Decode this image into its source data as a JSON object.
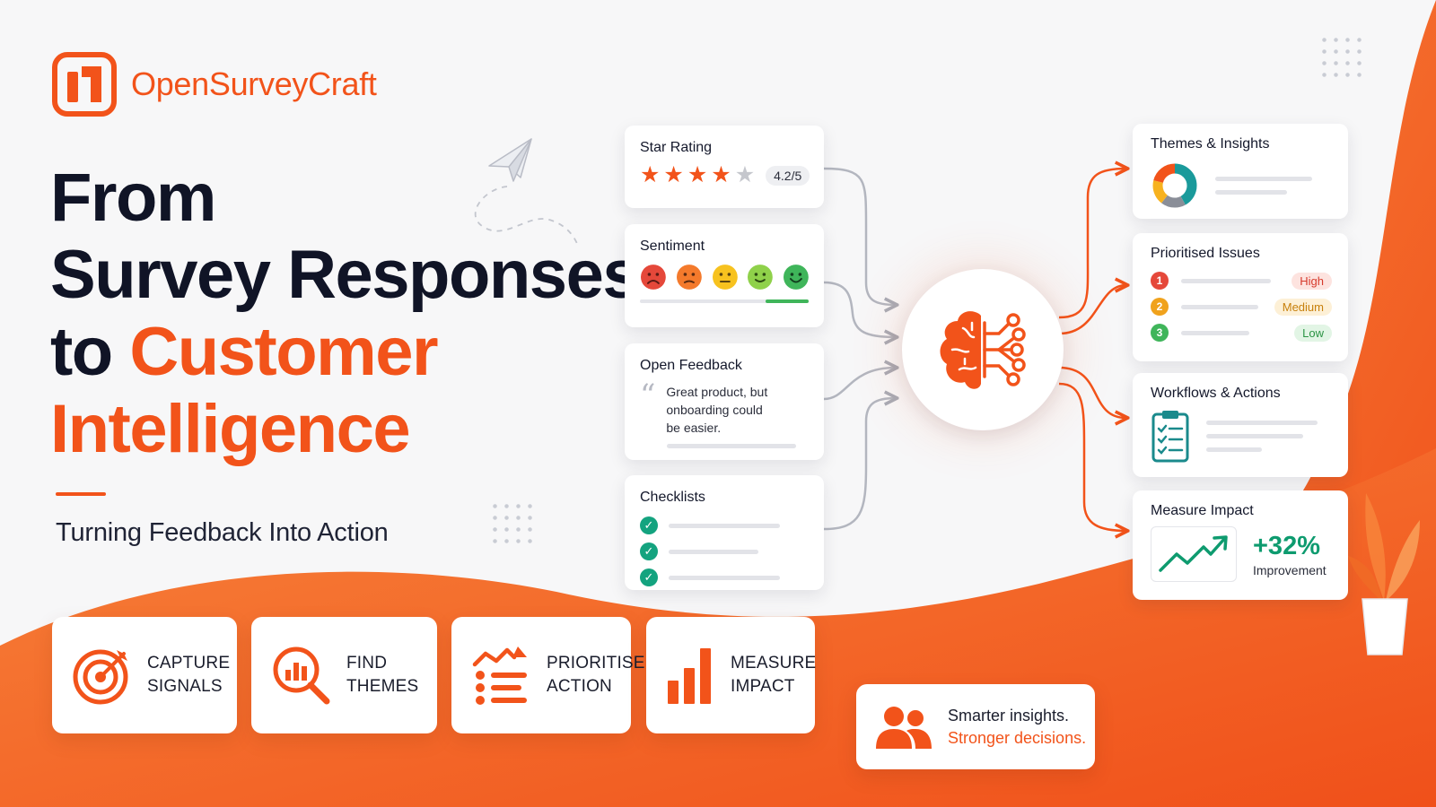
{
  "brand": {
    "name": "OpenSurveyCraft"
  },
  "headline": {
    "line1": "From",
    "line2": "Survey Responses",
    "line3_prefix": "to ",
    "line3_accent": "Customer",
    "line4_accent": "Intelligence"
  },
  "tagline": "Turning Feedback Into Action",
  "inputs": {
    "star_rating": {
      "title": "Star Rating",
      "value": "4.2/5",
      "stars": 4.2
    },
    "sentiment": {
      "title": "Sentiment"
    },
    "open_feedback": {
      "title": "Open Feedback",
      "quote": "Great product, but onboarding could be easier."
    },
    "checklists": {
      "title": "Checklists"
    }
  },
  "outputs": {
    "themes": {
      "title": "Themes & Insights"
    },
    "issues": {
      "title": "Prioritised Issues",
      "items": [
        {
          "num": "1",
          "priority": "High"
        },
        {
          "num": "2",
          "priority": "Medium"
        },
        {
          "num": "3",
          "priority": "Low"
        }
      ]
    },
    "workflows": {
      "title": "Workflows & Actions"
    },
    "impact": {
      "title": "Measure Impact",
      "value": "+32%",
      "label": "Improvement"
    }
  },
  "features": [
    {
      "line1": "CAPTURE",
      "line2": "SIGNALS"
    },
    {
      "line1": "FIND",
      "line2": "THEMES"
    },
    {
      "line1": "PRIORITISE",
      "line2": "ACTION"
    },
    {
      "line1": "MEASURE",
      "line2": "IMPACT"
    }
  ],
  "callout": {
    "line1": "Smarter insights.",
    "line2": "Stronger decisions."
  },
  "colors": {
    "accent": "#f2531a",
    "dark": "#101426",
    "success": "#14a37f",
    "high": "#e5483a",
    "medium": "#f0a21c",
    "low": "#3fb55a"
  }
}
